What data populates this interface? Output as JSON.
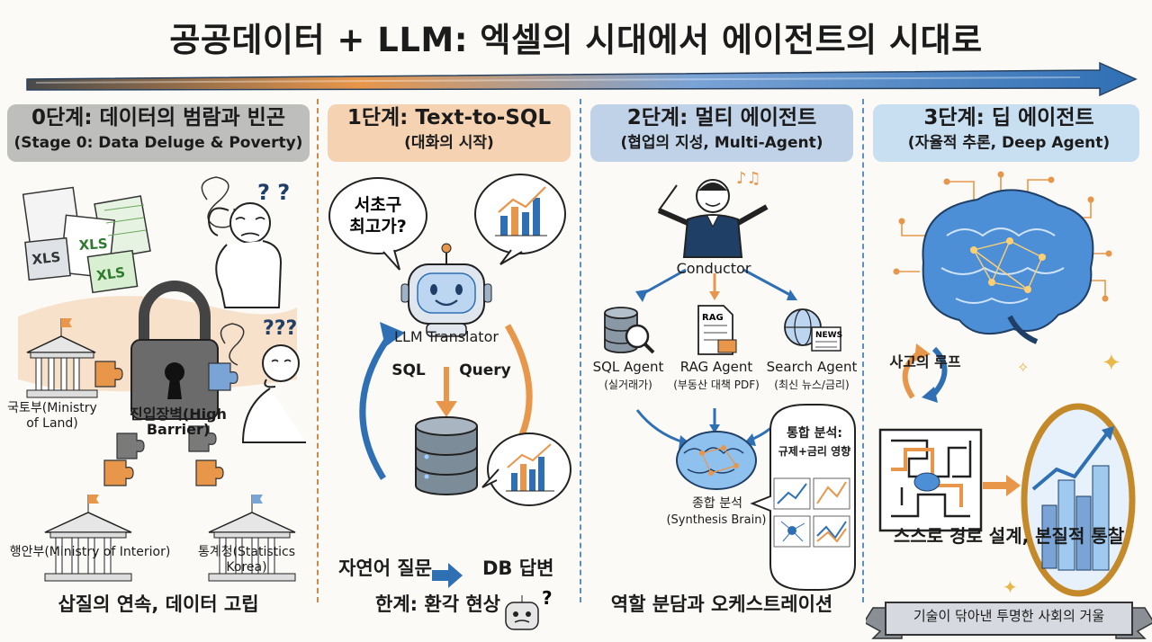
{
  "title": "공공데이터 + LLM: 엑셀의 시대에서 에이전트의 시대로",
  "stages": [
    {
      "title": "0단계: 데이터의 범람과 빈곤",
      "subtitle": "(Stage 0: Data Deluge & Poverty)",
      "file_label_1": "XLS",
      "file_label_2": "XLS",
      "file_label_3": "XLS",
      "lock_label": "진입장벽(High Barrier)",
      "ministry_land": "국토부(Ministry of Land)",
      "ministry_land_line1": "국토부(Ministry",
      "ministry_land_line2": "of Land)",
      "ministry_interior": "행안부(Ministry of Interior)",
      "statistics_korea": "통계청(Statistics Korea)",
      "caption": "삽질의 연속, 데이터 고립"
    },
    {
      "title": "1단계: Text-to-SQL",
      "subtitle": "(대화의 시작)",
      "bubble_line1": "서초구",
      "bubble_line2": "최고가?",
      "robot_label": "LLM Translator",
      "sql_label": "SQL",
      "query_label": "Query",
      "caption_left": "자연어 질문",
      "caption_right": "DB 답변",
      "limit": "한계: 환각 현상"
    },
    {
      "title": "2단계: 멀티 에이전트",
      "subtitle": "(협업의 지성, Multi-Agent)",
      "conductor": "Conductor",
      "agents": [
        {
          "name": "SQL Agent",
          "desc": "(실거래가)"
        },
        {
          "name": "RAG Agent",
          "desc": "(부동산 대책 PDF)"
        },
        {
          "name": "Search Agent",
          "desc": "(최신 뉴스/금리)"
        }
      ],
      "rag_doc_label": "RAG",
      "news_label": "NEWS",
      "analysis_line1": "통합 분석:",
      "analysis_line2": "규제+금리 영향",
      "brain_label_1": "종합 분석",
      "brain_label_2": "(Synthesis Brain)",
      "caption": "역할 분담과 오케스트레이션"
    },
    {
      "title": "3단계: 딥 에이전트",
      "subtitle": "(자율적 추론, Deep Agent)",
      "loop_label": "사고의 루프",
      "caption": "스스로 경로 설계, 본질적 통찰",
      "banner": "기술이 닦아낸 투명한 사회의 거울"
    }
  ],
  "colors": {
    "orange": "#e8964a",
    "blue": "#2f6fb4",
    "navy": "#1f3f66",
    "stage0": "#8c8c8c",
    "stage1": "#f0b07a",
    "stage2": "#8fb0db",
    "stage3": "#9fc9ee"
  }
}
